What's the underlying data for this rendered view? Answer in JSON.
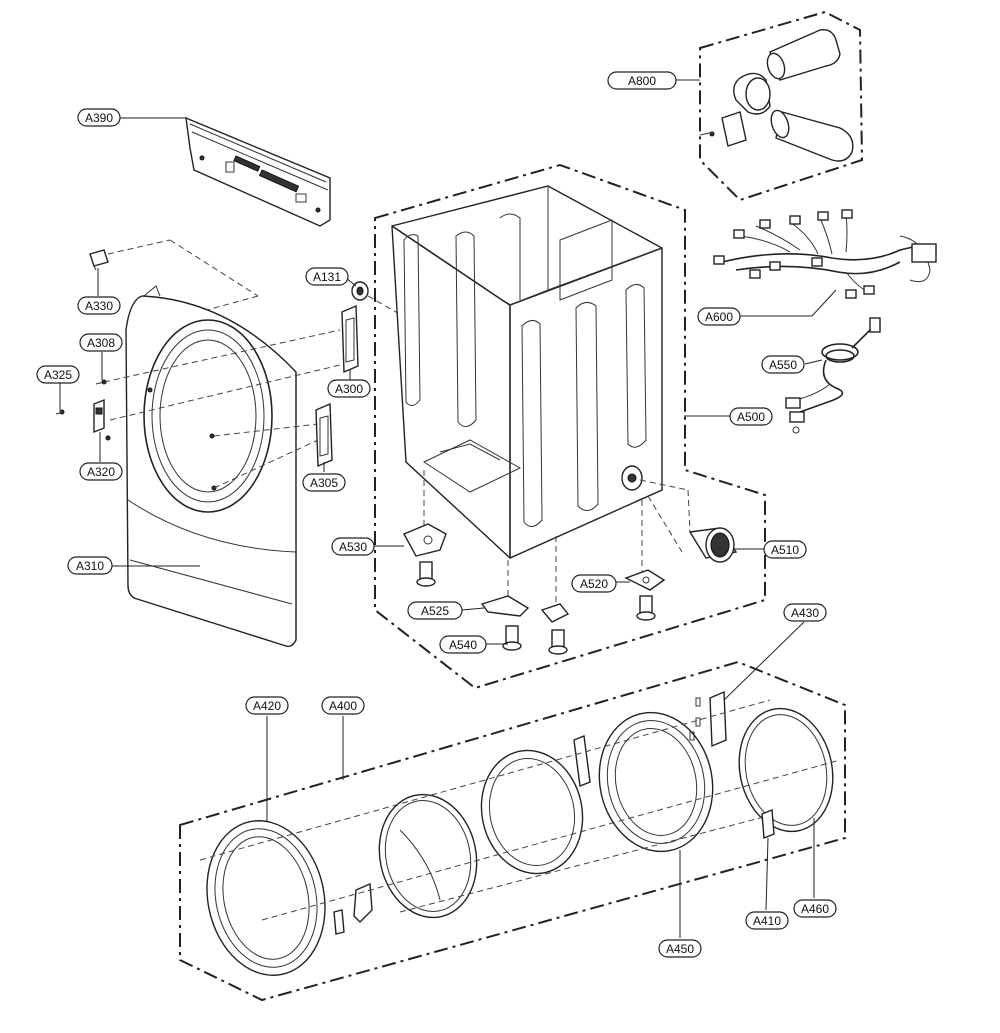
{
  "diagram": {
    "labels": {
      "A800": "A800",
      "A390": "A390",
      "A131": "A131",
      "A600": "A600",
      "A330": "A330",
      "A308": "A308",
      "A300": "A300",
      "A325": "A325",
      "A550": "A550",
      "A500": "A500",
      "A320": "A320",
      "A305": "A305",
      "A530": "A530",
      "A510": "A510",
      "A310": "A310",
      "A520": "A520",
      "A525": "A525",
      "A430": "A430",
      "A540": "A540",
      "A420": "A420",
      "A400": "A400",
      "A410": "A410",
      "A460": "A460",
      "A450": "A450"
    }
  }
}
